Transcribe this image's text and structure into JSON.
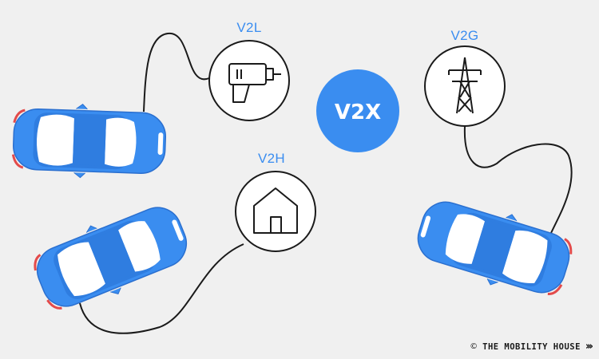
{
  "center": {
    "label": "V2X",
    "color": "#3a8df0"
  },
  "nodes": [
    {
      "id": "v2l",
      "label": "V2L",
      "icon": "drill-icon"
    },
    {
      "id": "v2h",
      "label": "V2H",
      "icon": "house-icon"
    },
    {
      "id": "v2g",
      "label": "V2G",
      "icon": "power-tower-icon"
    }
  ],
  "cars": {
    "body_color": "#3a8df0",
    "dark_color": "#1f5fb8"
  },
  "footer": {
    "copyright": "©",
    "brand": "THE MOBILITY HOUSE",
    "chevrons": "›››"
  }
}
